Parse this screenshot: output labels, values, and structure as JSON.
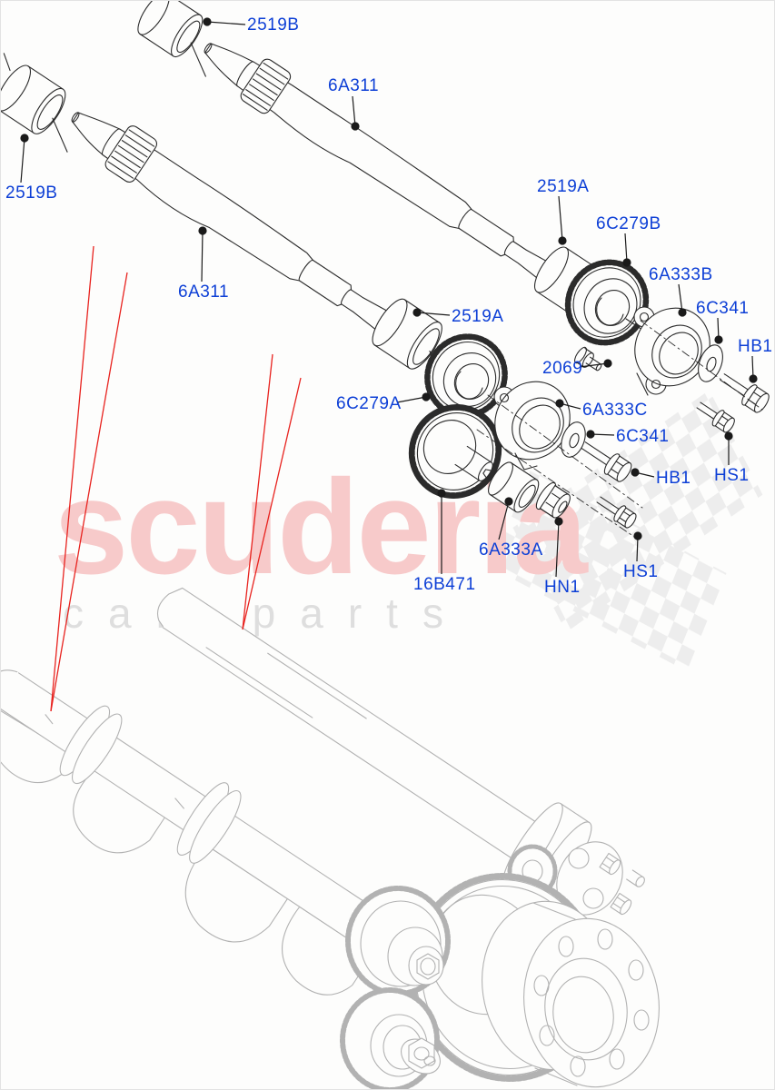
{
  "watermark": {
    "title": "scuderia",
    "subtitle": "car parts"
  },
  "colors": {
    "label_blue": "#0d3fd6",
    "red_reference_line": "#e8231f",
    "watermark_pink": "#f7caca",
    "watermark_gray": "#dedede",
    "checker_gray": "#e4e4e4",
    "assembled_view_gray": "#b2b2b2",
    "exploded_line_black": "#2b2b2b",
    "background": "#fdfdfc"
  },
  "part_labels": [
    {
      "id": "2519b-top",
      "text": "2519B"
    },
    {
      "id": "6a311-top",
      "text": "6A311"
    },
    {
      "id": "2519b-left",
      "text": "2519B"
    },
    {
      "id": "6a311-left",
      "text": "6A311"
    },
    {
      "id": "2519a-left",
      "text": "2519A"
    },
    {
      "id": "2519a-right",
      "text": "2519A"
    },
    {
      "id": "6c279b",
      "text": "6C279B"
    },
    {
      "id": "6a333b",
      "text": "6A333B"
    },
    {
      "id": "6c341-right",
      "text": "6C341"
    },
    {
      "id": "hb1-right",
      "text": "HB1"
    },
    {
      "id": "2069",
      "text": "2069"
    },
    {
      "id": "6c279a",
      "text": "6C279A"
    },
    {
      "id": "6a333c",
      "text": "6A333C"
    },
    {
      "id": "6c341-left",
      "text": "6C341"
    },
    {
      "id": "hb1-left",
      "text": "HB1"
    },
    {
      "id": "hs1-right",
      "text": "HS1"
    },
    {
      "id": "6a333a",
      "text": "6A333A"
    },
    {
      "id": "hn1",
      "text": "HN1"
    },
    {
      "id": "hs1-bottom",
      "text": "HS1"
    },
    {
      "id": "16b471",
      "text": "16B471"
    }
  ]
}
